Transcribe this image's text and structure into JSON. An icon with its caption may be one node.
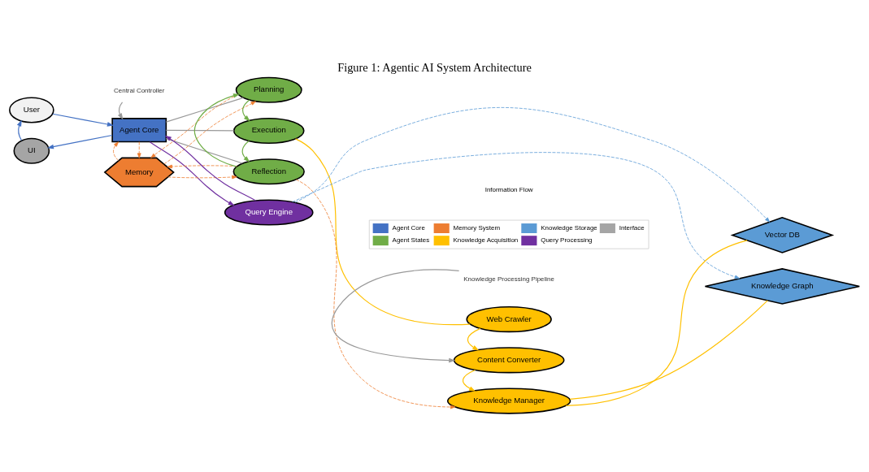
{
  "diagram": {
    "title": "Figure 1: Agentic AI System Architecture",
    "nodes": [
      {
        "text": [
          "User"
        ]
      },
      {
        "text": [
          "UI"
        ]
      },
      {
        "text": [
          "Agent Core"
        ]
      },
      {
        "text": [
          "Memory"
        ]
      },
      {
        "text": [
          "Planning"
        ]
      },
      {
        "text": [
          "Execution"
        ]
      },
      {
        "text": [
          "Reflection"
        ]
      },
      {
        "text": [
          "Query Engine"
        ]
      },
      {
        "text": [
          "Web Crawler"
        ]
      },
      {
        "text": [
          "Content Converter"
        ]
      },
      {
        "text": [
          "Knowledge Manager"
        ]
      },
      {
        "text": [
          "Vector DB"
        ]
      },
      {
        "text": [
          "Knowledge Graph"
        ]
      },
      {
        "text": [
          "Central Controller"
        ]
      },
      {
        "text": [
          "Knowledge Processing Pipeline"
        ]
      }
    ],
    "edges": [
      {
        "from": 0,
        "to": 2,
        "arrow": "to",
        "color": "#4472c4"
      },
      {
        "from": 2,
        "to": 1,
        "arrow": "to",
        "color": "#4472c4"
      },
      {
        "from": 1,
        "to": 0,
        "arrow": "to",
        "color": "#4472c4"
      },
      {
        "from": 2,
        "to": 4,
        "arrow": "none",
        "color": "#999999"
      },
      {
        "from": 2,
        "to": 5,
        "arrow": "none",
        "color": "#999999"
      },
      {
        "from": 2,
        "to": 6,
        "arrow": "none",
        "color": "#999999"
      },
      {
        "from": 2,
        "to": 3,
        "arrow": "to",
        "style": "dashed",
        "color": "#ed7d31"
      },
      {
        "from": 3,
        "to": 2,
        "arrow": "to",
        "style": "dashed",
        "color": "#ed7d31"
      },
      {
        "from": 3,
        "to": 4,
        "arrow": "to",
        "style": "dashed",
        "color": "#ed7d31"
      },
      {
        "from": 4,
        "to": 3,
        "arrow": "to",
        "style": "dashed",
        "color": "#ed7d31"
      },
      {
        "from": 3,
        "to": 6,
        "arrow": "to",
        "style": "dashed",
        "color": "#ed7d31"
      },
      {
        "from": 6,
        "to": 3,
        "arrow": "to",
        "style": "dashed",
        "color": "#ed7d31"
      },
      {
        "from": 6,
        "to": 10,
        "arrow": "to",
        "style": "dashed",
        "color": "#ed7d31"
      },
      {
        "from": 4,
        "to": 5,
        "arrow": "to",
        "color": "#70ad47"
      },
      {
        "from": 5,
        "to": 6,
        "arrow": "to",
        "color": "#70ad47"
      },
      {
        "from": 6,
        "to": 4,
        "arrow": "to",
        "color": "#70ad47"
      },
      {
        "from": 2,
        "to": 7,
        "arrow": "to",
        "color": "#7030a0"
      },
      {
        "from": 7,
        "to": 2,
        "arrow": "to",
        "color": "#7030a0"
      },
      {
        "from": 5,
        "to": 8,
        "arrow": "none",
        "color": "#ffc000"
      },
      {
        "from": 8,
        "to": 9,
        "arrow": "to",
        "color": "#ffc000"
      },
      {
        "from": 9,
        "to": 10,
        "arrow": "to",
        "color": "#ffc000"
      },
      {
        "from": 10,
        "to": 11,
        "arrow": "none",
        "color": "#ffc000"
      },
      {
        "from": 10,
        "to": 12,
        "arrow": "none",
        "color": "#ffc000"
      },
      {
        "from": 7,
        "to": 11,
        "arrow": "to",
        "style": "dashed",
        "color": "#5b9bd5"
      },
      {
        "from": 7,
        "to": 12,
        "arrow": "to",
        "style": "dashed",
        "color": "#5b9bd5"
      },
      {
        "from": 13,
        "to": 2,
        "arrow": "to",
        "color": "#999999"
      },
      {
        "from": 14,
        "to": 9,
        "arrow": "to",
        "color": "#999999"
      }
    ],
    "labels": [
      "Information Flow"
    ],
    "legend": [
      {
        "text": "Agent Core",
        "color": "#4472c4"
      },
      {
        "text": "Memory System",
        "color": "#ed7d31"
      },
      {
        "text": "Knowledge Storage",
        "color": "#5b9bd5"
      },
      {
        "text": "Interface",
        "color": "#a5a5a5"
      },
      {
        "text": "Agent States",
        "color": "#70ad47"
      },
      {
        "text": "Knowledge Acquisition",
        "color": "#ffc000"
      },
      {
        "text": "Query Processing",
        "color": "#7030a0"
      }
    ]
  }
}
